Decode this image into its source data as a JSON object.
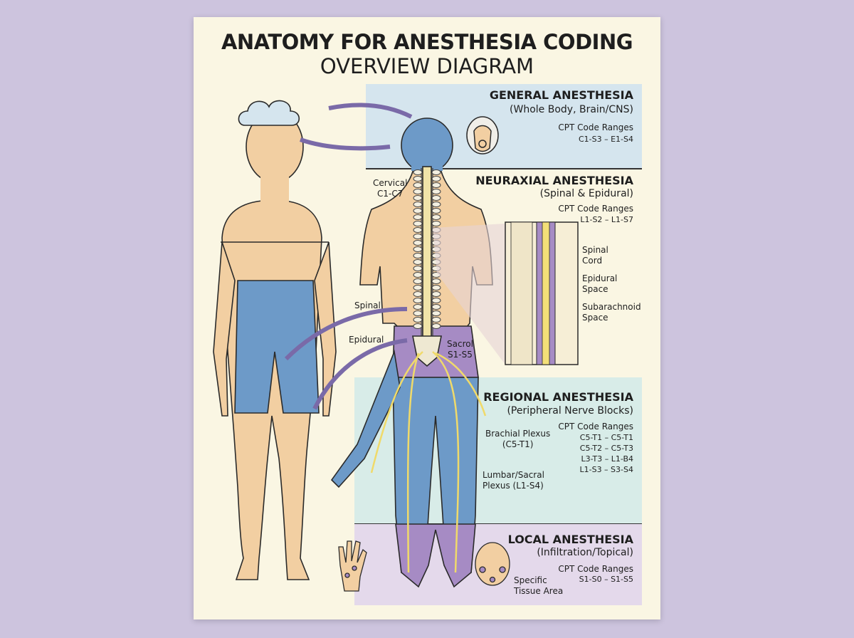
{
  "header": {
    "title": "ANATOMY FOR ANESTHESIA CODING",
    "subtitle": "OVERVIEW DIAGRAM"
  },
  "colors": {
    "background": "#cdc4de",
    "poster": "#faf6e3",
    "general": "#d5e5ee",
    "regional": "#d8ece8",
    "local": "#e4d9eb",
    "skin": "#f2cfa2",
    "blue": "#6d9ac8",
    "purple": "#a68bc4",
    "arrow": "#7a6aa8",
    "nerve": "#f3e07a"
  },
  "panels": [
    {
      "title": "GENERAL ANESTHESIA",
      "subtitle": "(Whole Body, Brain/CNS)",
      "cpt_label": "CPT Code Ranges",
      "codes": [
        "C1-S3 – E1-S4"
      ]
    },
    {
      "title": "NEURAXIAL ANESTHESIA",
      "subtitle": "(Spinal & Epidural)",
      "cpt_label": "CPT Code Ranges",
      "codes": [
        "L1-S2 – L1-S7"
      ]
    },
    {
      "title": "REGIONAL ANESTHESIA",
      "subtitle": "(Peripheral Nerve Blocks)",
      "cpt_label": "CPT Code Ranges",
      "codes": [
        "C5-T1 – C5-T1",
        "C5-T2 – C5-T3",
        "L3-T3 – L1-B4",
        "L1-S3 – S3-S4"
      ]
    },
    {
      "title": "LOCAL ANESTHESIA",
      "subtitle": "(Infiltration/Topical)",
      "cpt_label": "CPT Code Ranges",
      "codes": [
        "S1-S0 – S1-S5"
      ]
    }
  ],
  "labels": {
    "cervical": [
      "Cervical",
      "C1-C7"
    ],
    "spinal": "Spinal",
    "epidural": "Epidural",
    "sacral": [
      "Sacrol",
      "S1-S5"
    ],
    "spinal_cord": [
      "Spinal",
      "Cord"
    ],
    "epidural_space": [
      "Epidural",
      "Space"
    ],
    "subarachnoid_space": [
      "Subarachnoid",
      "Space"
    ],
    "brachial": [
      "Brachial Plexus",
      "(C5-T1)"
    ],
    "lumbar": [
      "Lumbar/Sacral",
      "Plexus (L1-S4)"
    ],
    "tissue": [
      "Specific",
      "Tissue Area"
    ]
  },
  "icons": [
    "cloud-icon",
    "anesthesia-mask-icon",
    "hand-icon",
    "face-icon"
  ]
}
